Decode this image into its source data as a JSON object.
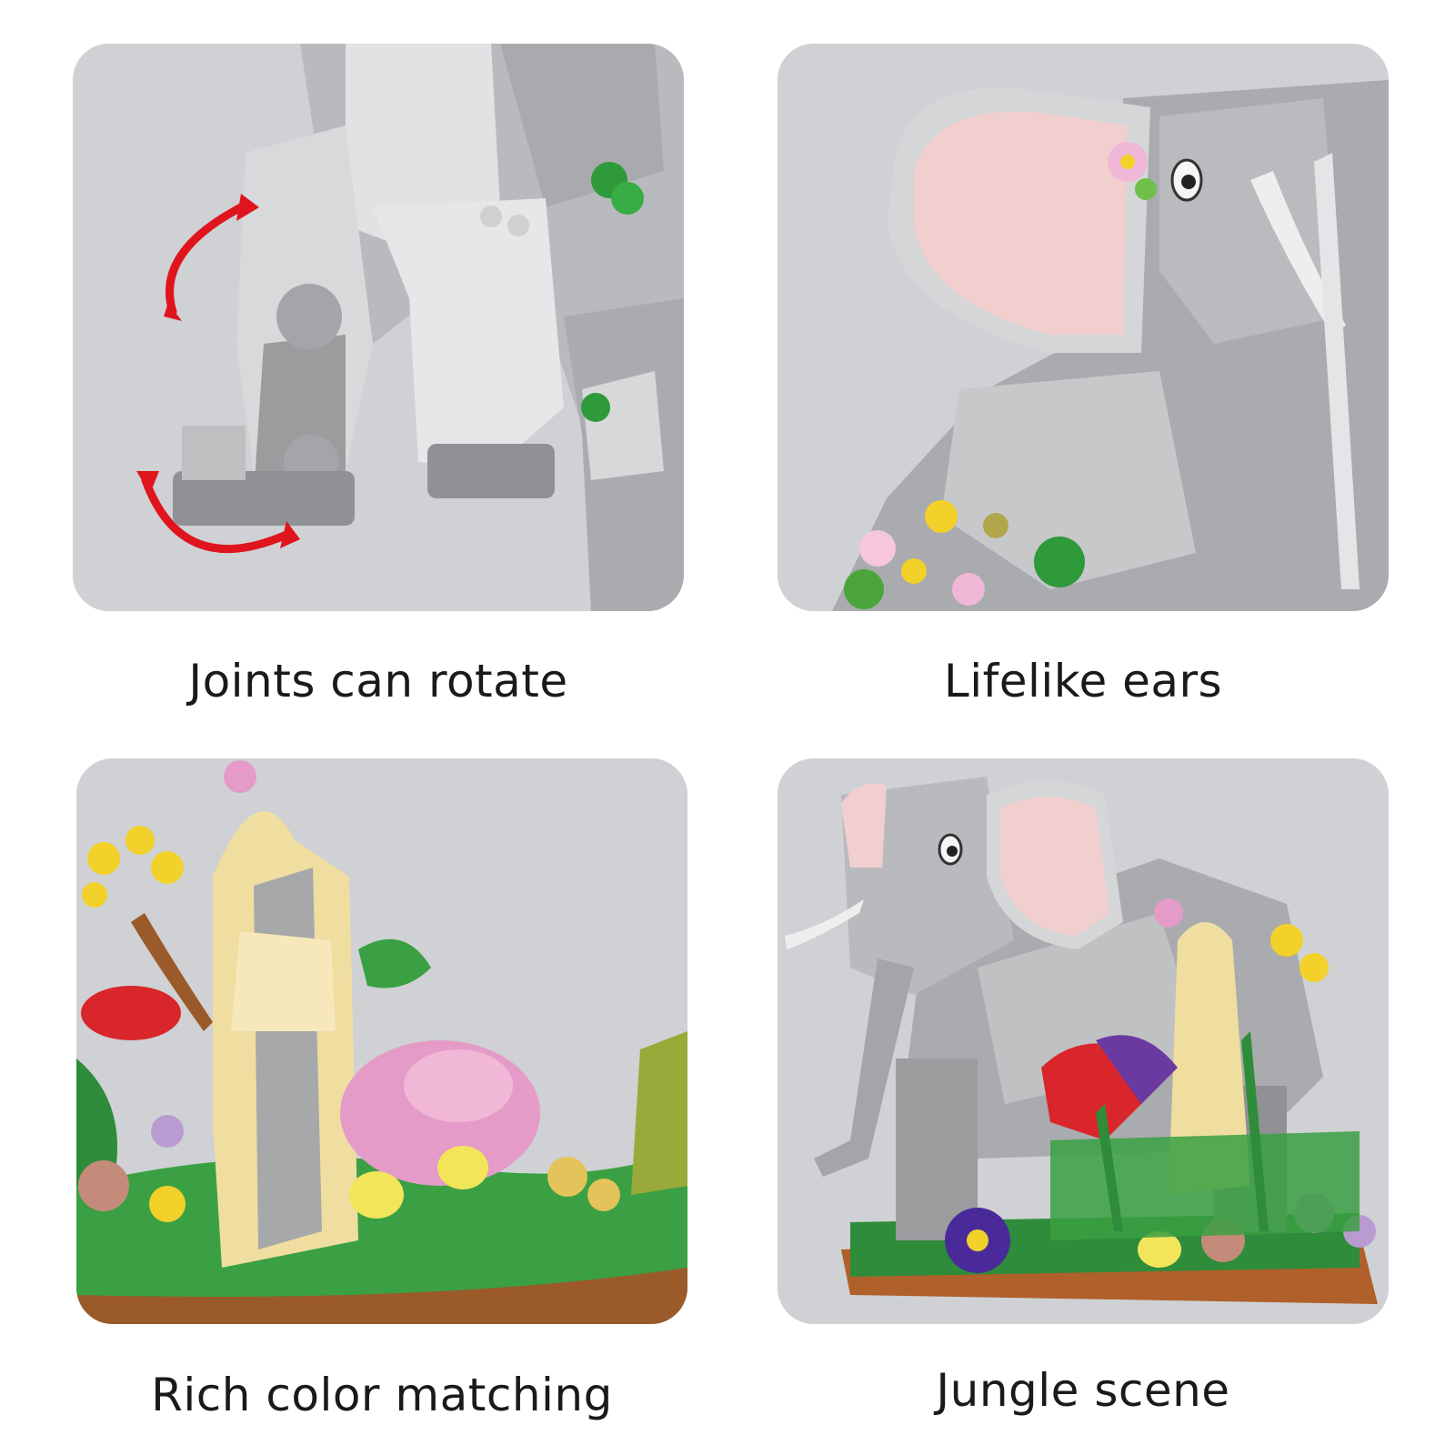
{
  "tiles": [
    {
      "caption": "Joints can rotate",
      "image": "elephant-leg-joints-photo",
      "arrow_color": "#e0141c"
    },
    {
      "caption": "Lifelike ears",
      "image": "elephant-ear-closeup-photo",
      "accent_color": "#f2cfcf"
    },
    {
      "caption": "Rich color matching",
      "image": "jungle-flowers-tree-photo"
    },
    {
      "caption": "Jungle scene",
      "image": "elephant-jungle-scene-photo"
    }
  ],
  "colors": {
    "tile_background": "#cfd1d4",
    "caption_text": "#1a1a1a",
    "brick_gray": "#9a9c9e",
    "brick_light": "#c4c6c8",
    "leaf_green": "#2e9a3a",
    "flower_yellow": "#f2d12a",
    "flower_pink": "#e59bc7",
    "trunk_beige": "#f0dea0"
  }
}
